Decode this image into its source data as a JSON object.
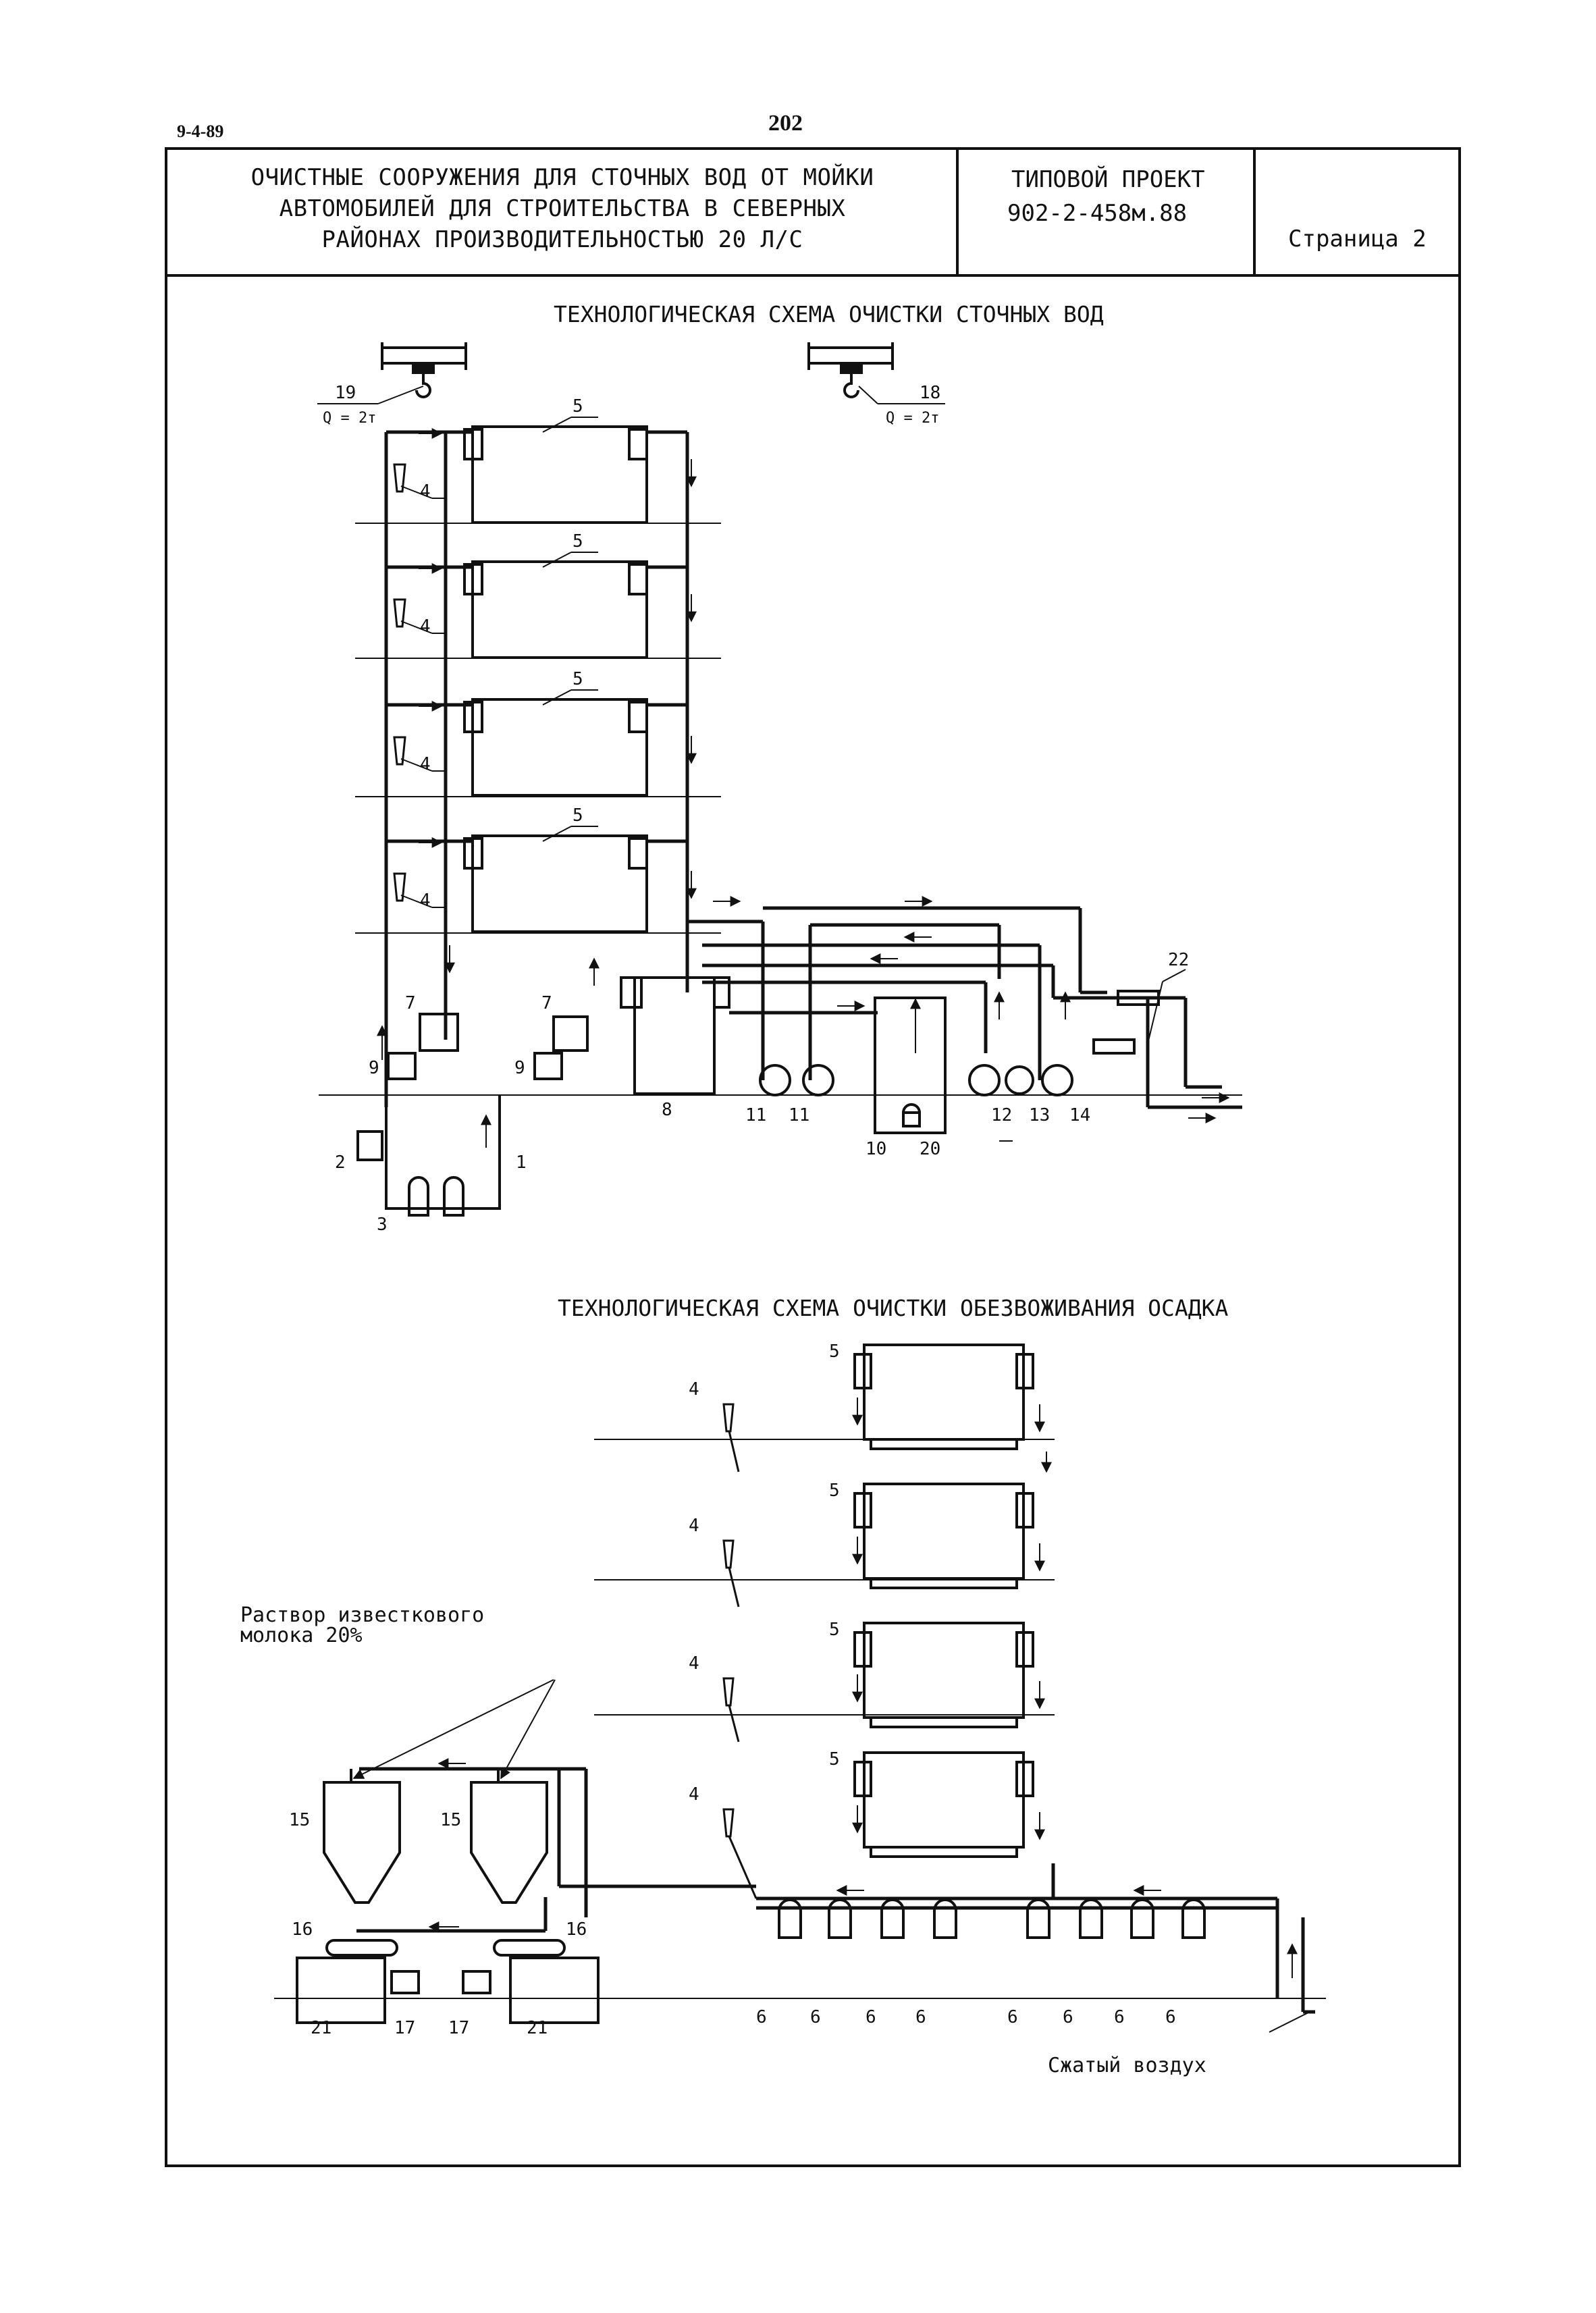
{
  "header": {
    "doc_code": "9-4-89",
    "page_number": "202",
    "title_lines": [
      "ОЧИСТНЫЕ СООРУЖЕНИЯ ДЛЯ СТОЧНЫХ ВОД ОТ МОЙКИ",
      "АВТОМОБИЛЕЙ ДЛЯ СТРОИТЕЛЬСТВА В СЕВЕРНЫХ",
      "РАЙОНАХ ПРОИЗВОДИТЕЛЬНОСТЬЮ 20 Л/С"
    ],
    "project_label": "ТИПОВОЙ ПРОЕКТ",
    "project_number": "902-2-458м.88",
    "sheet_label": "Страница 2"
  },
  "diagram_top": {
    "title": "ТЕХНОЛОГИЧЕСКАЯ СХЕМА ОЧИСТКИ СТОЧНЫХ ВОД",
    "crane_left": {
      "id": "19",
      "capacity": "Q = 2т"
    },
    "crane_right": {
      "id": "18",
      "capacity": "Q = 2т"
    },
    "tank_label": "5",
    "hydrocyclone_label": "4",
    "labels": {
      "l1": "1",
      "l2": "2",
      "l3": "3",
      "l7a": "7",
      "l7b": "7",
      "l8": "8",
      "l9a": "9",
      "l9b": "9",
      "l10": "10",
      "l11a": "11",
      "l11b": "11",
      "l12": "12",
      "l13": "13",
      "l14": "14",
      "l20": "20",
      "l22": "22"
    }
  },
  "diagram_bottom": {
    "title": "ТЕХНОЛОГИЧЕСКАЯ СХЕМА ОЧИСТКИ ОБЕЗВОЖИВАНИЯ ОСАДКА",
    "tank_label": "5",
    "hydrocyclone_label": "4",
    "pump_label": "6",
    "lime_note_line1": "Раствор известкового",
    "lime_note_line2": "молока 20%",
    "air_note": "Сжатый воздух",
    "labels": {
      "l15a": "15",
      "l15b": "15",
      "l16a": "16",
      "l16b": "16",
      "l17a": "17",
      "l17b": "17",
      "l21a": "21",
      "l21b": "21"
    }
  }
}
